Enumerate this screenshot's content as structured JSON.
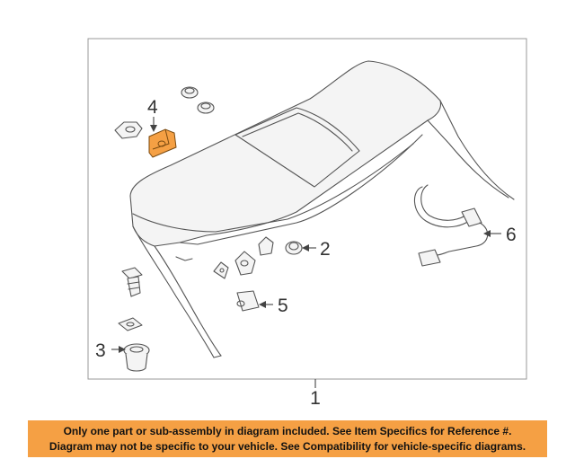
{
  "diagram": {
    "callouts": {
      "c1": "1",
      "c2": "2",
      "c3": "3",
      "c4": "4",
      "c5": "5",
      "c6": "6"
    },
    "colors": {
      "highlight_part": "#f5a044",
      "line": "#555555",
      "frame": "#999999",
      "banner": "#f5a044"
    }
  },
  "footer": {
    "line1": "Only one part or sub-assembly in diagram included. See Item Specifics for Reference #.",
    "line2": "Diagram may not be specific to your vehicle. See Compatibility for vehicle-specific diagrams."
  }
}
